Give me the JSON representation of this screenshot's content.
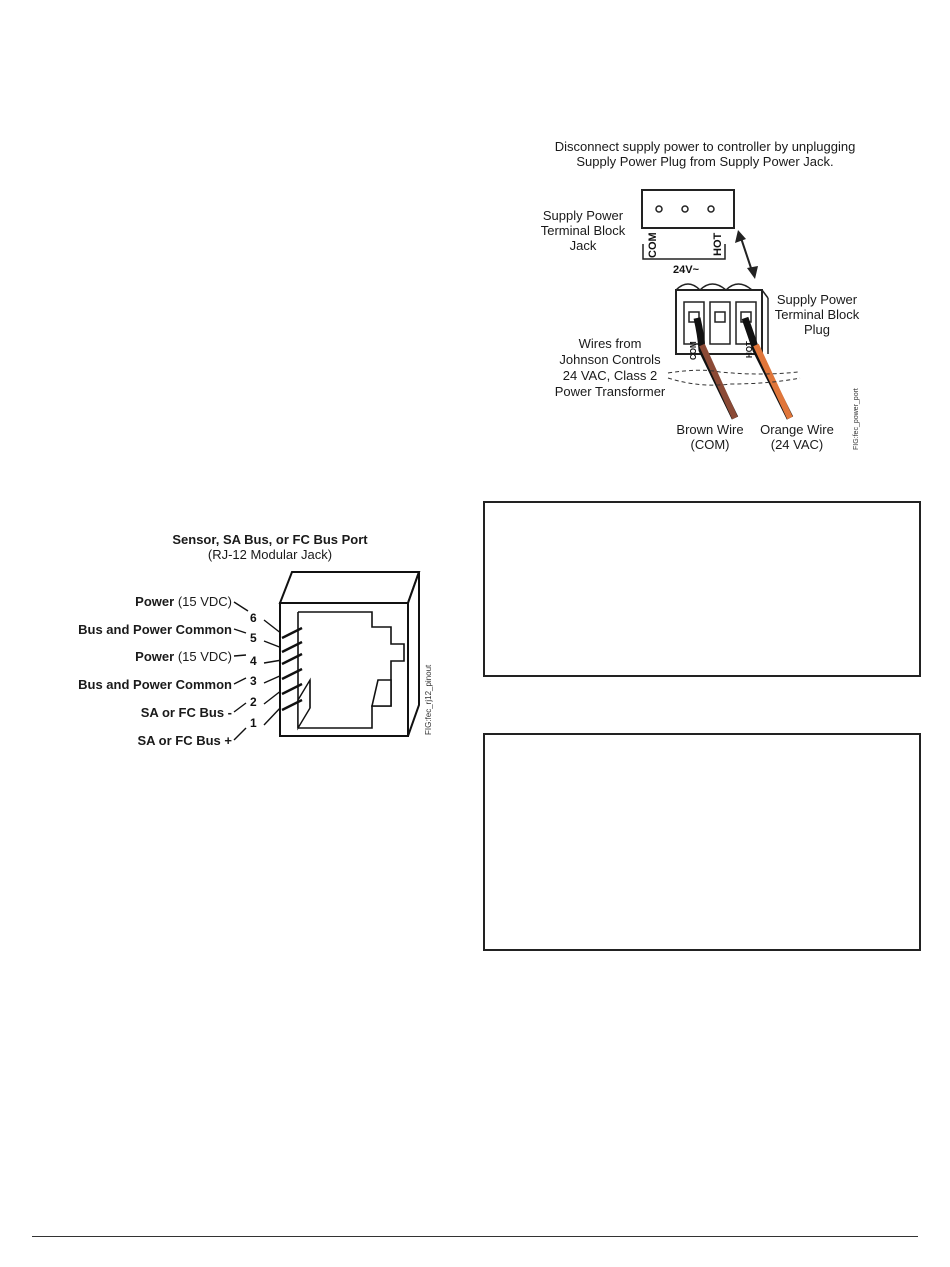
{
  "power_figure": {
    "caption_line1": "Disconnect supply power to controller by unplugging",
    "caption_line2": "Supply Power Plug from Supply Power Jack.",
    "jack_label": [
      "Supply Power",
      "Terminal Block",
      "Jack"
    ],
    "jack_com": "COM",
    "jack_hot": "HOT",
    "voltage": "24V~",
    "plug_label": [
      "Supply Power",
      "Terminal Block",
      "Plug"
    ],
    "wires_label": [
      "Wires from",
      "Johnson Controls",
      "24 VAC, Class 2",
      "Power Transformer"
    ],
    "plug_com": "COM",
    "plug_hot": "HOT",
    "brown_label": [
      "Brown Wire",
      "(COM)"
    ],
    "orange_label": [
      "Orange Wire",
      "(24 VAC)"
    ],
    "fig_id": "FIG:fec_power_port",
    "colors": {
      "brown_wire": "#8b4a36",
      "orange_wire": "#e0763a"
    }
  },
  "rj12_figure": {
    "title": "Sensor, SA Bus, or FC Bus Port",
    "subtitle": "(RJ-12 Modular Jack)",
    "pins": [
      {
        "num": "6",
        "name": "Power",
        "note": "(15 VDC)"
      },
      {
        "num": "5",
        "name": "Bus and Power Common",
        "note": ""
      },
      {
        "num": "4",
        "name": "Power",
        "note": "(15 VDC)"
      },
      {
        "num": "3",
        "name": "Bus and Power Common",
        "note": ""
      },
      {
        "num": "2",
        "name": "SA or FC Bus -",
        "note": ""
      },
      {
        "num": "1",
        "name": "SA or FC Bus +",
        "note": ""
      }
    ],
    "fig_id": "FIG:fec_rj12_pinout"
  }
}
